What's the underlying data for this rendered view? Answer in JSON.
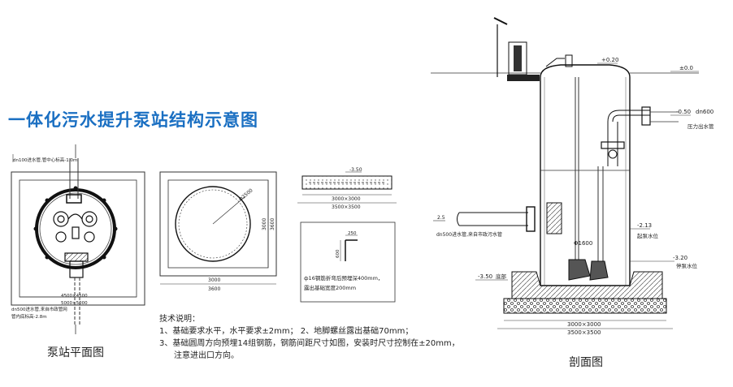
{
  "title": "一体化污水提升泵站结构示意图",
  "plan": {
    "caption": "泵站平面图",
    "inlet_note": "dn100进水管,管中心标高-1.0m",
    "outlet_note_1": "dn500进水管,来自市政管网",
    "outlet_note_2": "管内底标高-2.8m",
    "dim_inner": "4500×4500",
    "dim_outer": "5000×5000"
  },
  "foundation": {
    "diameter": "Φ2500",
    "dim_width_a": "3000",
    "dim_width_b": "3600",
    "dim_side_a": "3000",
    "dim_side_b": "3600",
    "elev": "-3.50",
    "side_dim_a": "3000×3000",
    "side_dim_b": "3500×3500"
  },
  "rebar": {
    "dim_top": "250",
    "dim_left": "600",
    "note_1": "ф16钢筋折弯后预埋深400mm，",
    "note_2": "露出基础宽度200mm"
  },
  "notes": {
    "heading": "技术说明：",
    "line1": "1、基础要求水平，水平要求±2mm；   2、地脚螺丝露出基础70mm；",
    "line2": "3、基础圆周方向预埋14组钢筋，钢筋间距尺寸如图，安装时尺寸控制在±20mm，",
    "line3": "注意进出口方向。"
  },
  "section": {
    "caption": "剖面图",
    "elev_top": "+0.20",
    "elev_ground": "±0.0",
    "elev_outlet": "-0.50",
    "outlet_size": "dn600",
    "outlet_label": "压力出水管",
    "elev_start": "-2.13",
    "start_label": "起泵水位",
    "elev_stop": "-3.20",
    "stop_label": "停泵水位",
    "elev_bottom": "-3.50",
    "bottom_label": "底部",
    "diameter": "Φ1600",
    "inlet_elev": "2.5",
    "inlet_note": "dn500进水管,来自市政污水管",
    "dim_a": "3000×3000",
    "dim_b": "3500×3500"
  }
}
